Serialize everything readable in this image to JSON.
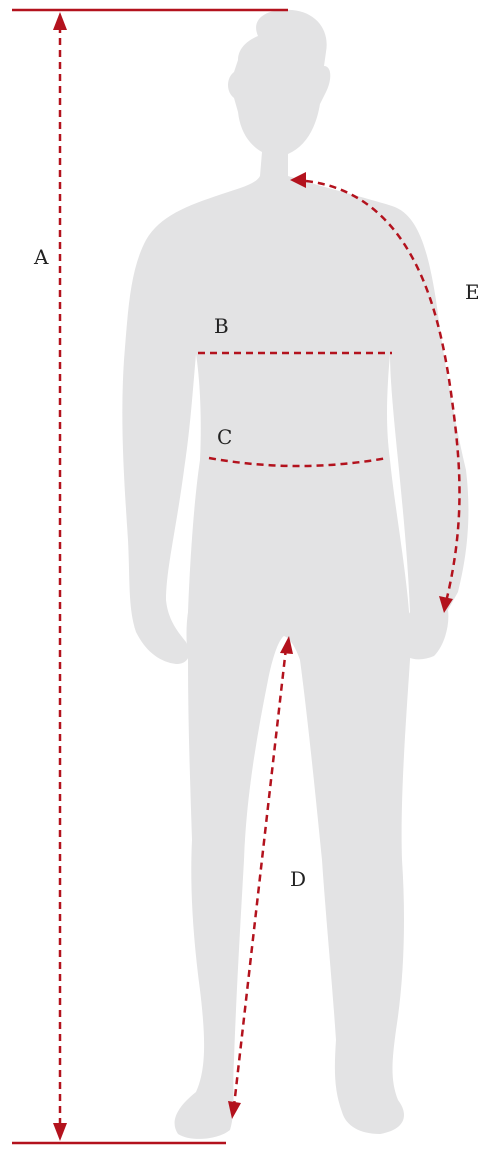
{
  "measurements": [
    {
      "key": "A",
      "label": "A"
    },
    {
      "key": "B",
      "label": "B"
    },
    {
      "key": "C",
      "label": "C"
    },
    {
      "key": "D",
      "label": "D"
    },
    {
      "key": "E",
      "label": "E"
    }
  ],
  "colors": {
    "accent": "#b3121d",
    "silhouette": "#e3e3e4",
    "text": "#222222",
    "background": "#ffffff"
  }
}
